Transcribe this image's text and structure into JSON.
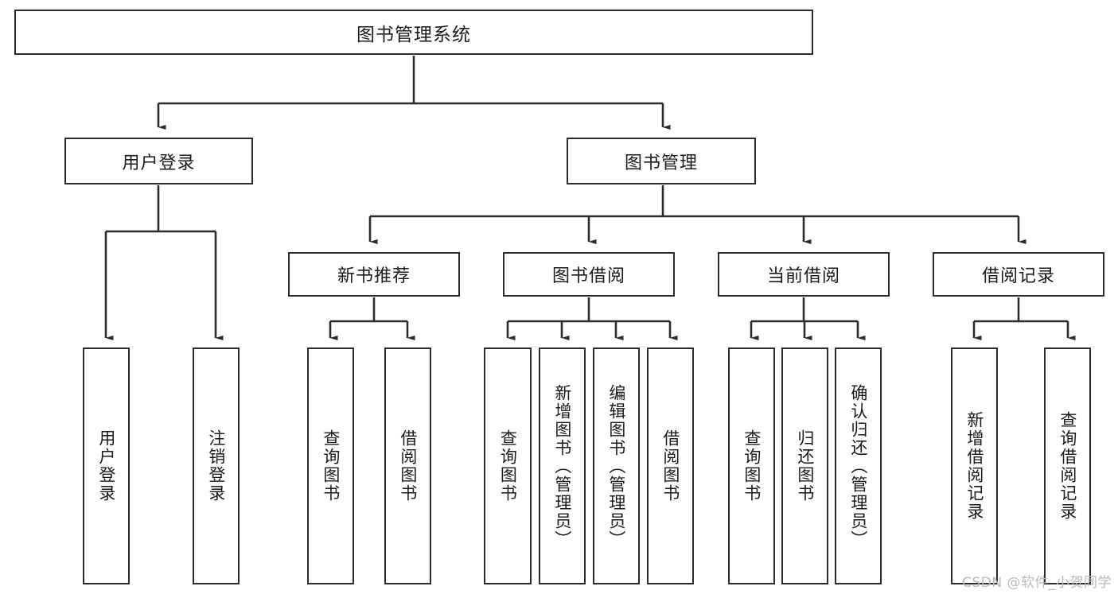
{
  "diagram": {
    "type": "tree",
    "title": "图书管理系统",
    "watermark": "CSDN @软件_小贺同学",
    "colors": {
      "stroke": "#2b2b2b",
      "fill": "#ffffff",
      "text": "#1a1a1a",
      "watermark": "#b9b9b9"
    },
    "nodes": {
      "root": {
        "label": "图书管理系统"
      },
      "level2": [
        {
          "id": "user-login",
          "label": "用户登录"
        },
        {
          "id": "book-manage",
          "label": "图书管理"
        }
      ],
      "level3": [
        {
          "id": "new-book-recommend",
          "label": "新书推荐"
        },
        {
          "id": "book-borrow",
          "label": "图书借阅"
        },
        {
          "id": "current-borrow",
          "label": "当前借阅"
        },
        {
          "id": "borrow-record",
          "label": "借阅记录"
        }
      ],
      "leaves": [
        {
          "id": "leaf-user-login",
          "label": "用户登录",
          "parent": "user-login"
        },
        {
          "id": "leaf-logout-login",
          "label": "注销登录",
          "parent": "user-login"
        },
        {
          "id": "leaf-query-book-1",
          "label": "查询图书",
          "parent": "new-book-recommend"
        },
        {
          "id": "leaf-borrow-book-1",
          "label": "借阅图书",
          "parent": "new-book-recommend"
        },
        {
          "id": "leaf-query-book-2",
          "label": "查询图书",
          "parent": "book-borrow"
        },
        {
          "id": "leaf-add-book",
          "label": "新增图书（管理员）",
          "parent": "book-borrow"
        },
        {
          "id": "leaf-edit-book",
          "label": "编辑图书（管理员）",
          "parent": "book-borrow"
        },
        {
          "id": "leaf-borrow-book-2",
          "label": "借阅图书",
          "parent": "book-borrow"
        },
        {
          "id": "leaf-query-book-3",
          "label": "查询图书",
          "parent": "current-borrow"
        },
        {
          "id": "leaf-return-book",
          "label": "归还图书",
          "parent": "current-borrow"
        },
        {
          "id": "leaf-confirm-return",
          "label": "确认归还（管理员）",
          "parent": "current-borrow"
        },
        {
          "id": "leaf-add-record",
          "label": "新增借阅记录",
          "parent": "borrow-record"
        },
        {
          "id": "leaf-query-record",
          "label": "查询借阅记录",
          "parent": "borrow-record"
        }
      ]
    }
  }
}
